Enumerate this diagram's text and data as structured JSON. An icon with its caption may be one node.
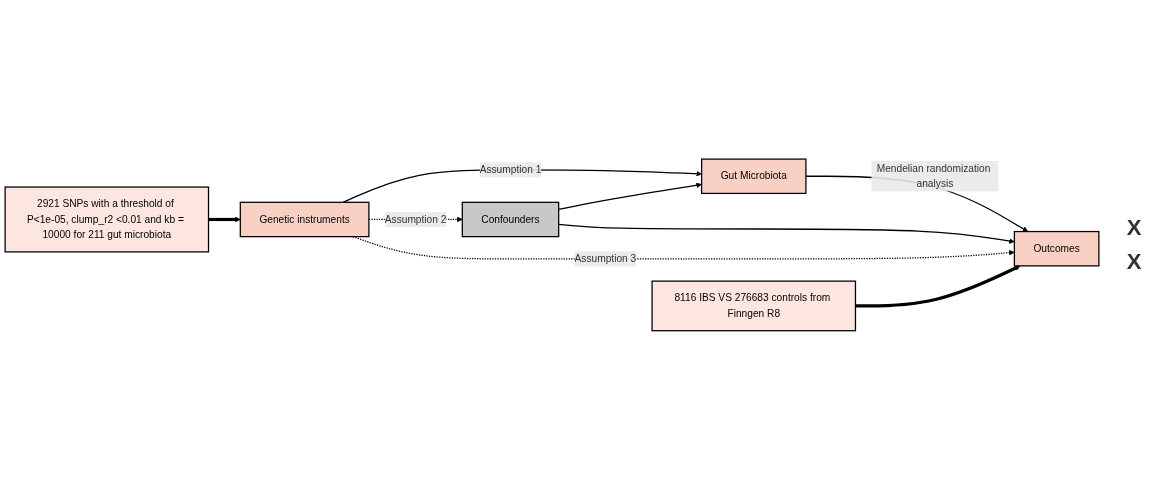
{
  "diagram": {
    "nodes": [
      {
        "text": [
          "Genetic instruments"
        ]
      },
      {
        "text": [
          "Gut Microbiota"
        ]
      },
      {
        "text": [
          "Confounders"
        ]
      },
      {
        "text": [
          "Outcomes"
        ]
      },
      {
        "text": [
          "2921 SNPs with a threshold of P<1e-05, clump_r2 <0.01 and kb = 10000 for 211 gut microbiota"
        ]
      },
      {
        "text": [
          "8116 IBS VS 276683 controls from Finngen R8"
        ]
      }
    ],
    "edges": [
      {
        "from": 0,
        "to": 1,
        "arrow": "to",
        "label": "Assumption 1"
      },
      {
        "from": 1,
        "to": 3,
        "arrow": "to",
        "label": "Mendelian randomization analysis"
      },
      {
        "from": 2,
        "to": 1,
        "arrow": "to"
      },
      {
        "from": 2,
        "to": 3,
        "arrow": "to"
      },
      {
        "from": 0,
        "to": 2,
        "arrow": "to",
        "label": "Assumption 2",
        "style": "dashed"
      },
      {
        "from": 0,
        "to": 3,
        "arrow": "to",
        "label": "Assumption 3",
        "style": "dashed"
      },
      {
        "from": 4,
        "to": 0,
        "arrow": "to",
        "style": "thick"
      },
      {
        "from": 5,
        "to": 3,
        "arrow": "to",
        "style": "thick"
      }
    ],
    "labels": [
      "X",
      "X"
    ]
  }
}
